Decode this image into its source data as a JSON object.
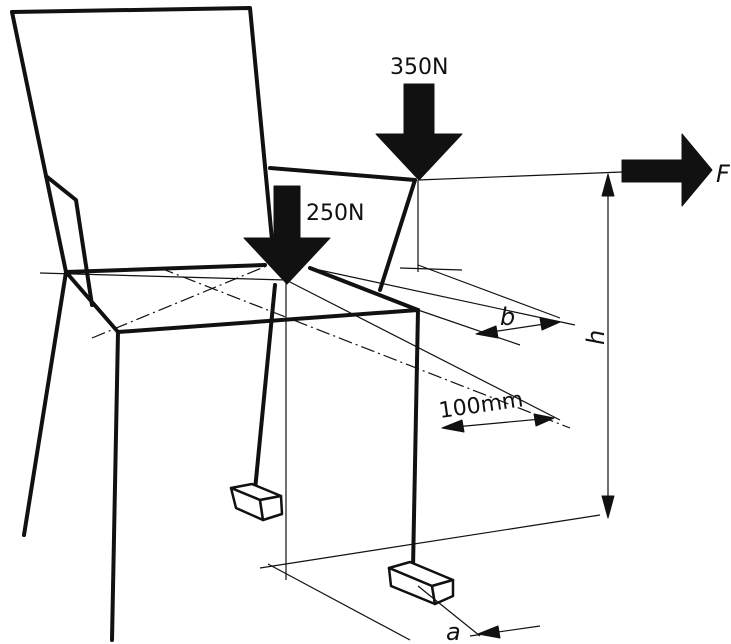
{
  "labels": {
    "force_back": "350N",
    "force_seat": "250N",
    "force_horizontal": "F",
    "height": "h",
    "offset_b": "b",
    "offset_a": "a",
    "distance": "100mm"
  }
}
